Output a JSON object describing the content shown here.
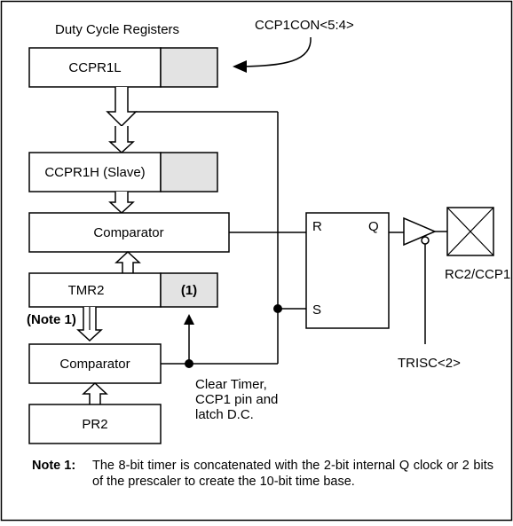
{
  "diagram": {
    "labels": {
      "duty_cycle_registers": "Duty Cycle Registers",
      "ccp1con": "CCP1CON<5:4>",
      "ccpr1l": "CCPR1L",
      "ccpr1h": "CCPR1H (Slave)",
      "comparator_top": "Comparator",
      "tmr2": "TMR2",
      "tmr2_note_ref": "(1)",
      "note1_ref": "(Note 1)",
      "comparator_bottom": "Comparator",
      "pr2": "PR2",
      "clear_timer_1": "Clear Timer,",
      "clear_timer_2": "CCP1 pin and",
      "clear_timer_3": "latch D.C.",
      "latch_r": "R",
      "latch_q": "Q",
      "latch_s": "S",
      "rc2_ccp1": "RC2/CCP1",
      "trisc": "TRISC<2>"
    },
    "colors": {
      "shaded_fill": "#e3e3e3",
      "line": "#000000"
    }
  },
  "note": {
    "tag": "Note 1:",
    "text": "The 8-bit timer is concatenated with the 2-bit internal Q clock or 2 bits of the prescaler to create the 10-bit time base."
  }
}
